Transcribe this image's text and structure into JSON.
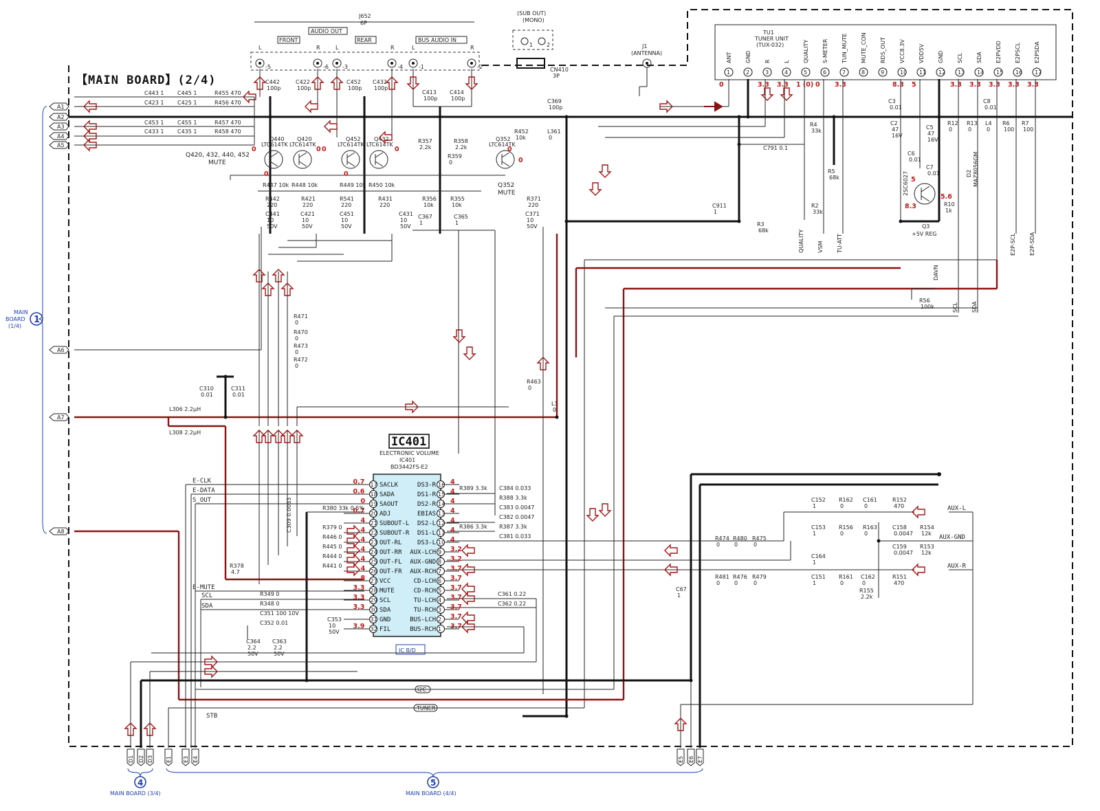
{
  "board_title": "【MAIN BOARD】(2/4)",
  "connector_j652": {
    "ref": "J652",
    "pins": "6P",
    "audio_out": "AUDIO OUT",
    "front": "FRONT",
    "rear": "REAR",
    "bus_audio_in": "BUS AUDIO IN",
    "jacks": [
      "-5",
      "-6",
      "-3",
      "-4",
      "-1",
      "-2"
    ],
    "lr": [
      "L",
      "R",
      "L",
      "R",
      "L",
      "R"
    ]
  },
  "sub_out": {
    "label": "(SUB OUT)",
    "sub": "(MONO)",
    "pins": [
      "1",
      "2"
    ],
    "cn": "CN410",
    "cn_pins": "3P"
  },
  "antenna": {
    "ref": "J1",
    "label": "(ANTENNA)"
  },
  "tuner": {
    "ref": "TU1",
    "name": "TUNER UNIT",
    "model": "(TUX-032)",
    "pins": [
      "ANT",
      "GND",
      "R",
      "L",
      "QUALITY",
      "S-METER",
      "TUN_MUTE",
      "MUTE_CON",
      "RDS_OUT",
      "VCC8.3V",
      "VDD5V",
      "GND",
      "SCL",
      "SDA",
      "E2PVDD",
      "E2PSCL",
      "E2PSDA"
    ],
    "voltages": [
      "0",
      "",
      "3.3",
      "3.3",
      "1 (0)",
      "0",
      "3.3",
      "",
      "",
      "8.3",
      "5",
      "",
      "3.3",
      "3.3",
      "3.3",
      "3.3",
      "3.3"
    ]
  },
  "left_connectors": [
    "A1",
    "A2",
    "A3",
    "A4",
    "A5",
    "A6",
    "A7",
    "A8"
  ],
  "left_board_ref": {
    "num": "1",
    "text1": "MAIN",
    "text2": "BOARD",
    "text3": "(1/4)"
  },
  "bottom_refs": [
    {
      "num": "4",
      "text": "MAIN BOARD (3/4)",
      "pins": [
        "D1",
        "D2",
        "D3"
      ]
    },
    {
      "num": "5",
      "text": "MAIN BOARD (4/4)",
      "pins": [
        "E1",
        "E3",
        "E4",
        "E5",
        "E6",
        "E7"
      ]
    }
  ],
  "ic401": {
    "ref": "IC401",
    "desc": "ELECTRONIC VOLUME",
    "ref2": "IC401",
    "part": "BD3442FS-E2",
    "block_label": "IC B/D",
    "left_pins": [
      {
        "n": "17",
        "name": "SACLK",
        "v": "0.7"
      },
      {
        "n": "18",
        "name": "SADA",
        "v": "0.6"
      },
      {
        "n": "19",
        "name": "SAOUT",
        "v": "0"
      },
      {
        "n": "20",
        "name": "ADJ",
        "v": "0.7"
      },
      {
        "n": "21",
        "name": "SUBOUT-L",
        "v": "4"
      },
      {
        "n": "22",
        "name": "SUBOUT-R",
        "v": "4"
      },
      {
        "n": "23",
        "name": "OUT-RL",
        "v": "4"
      },
      {
        "n": "24",
        "name": "OUT-RR",
        "v": "4"
      },
      {
        "n": "25",
        "name": "OUT-FL",
        "v": "4"
      },
      {
        "n": "26",
        "name": "OUT-FR",
        "v": "4"
      },
      {
        "n": "27",
        "name": "VCC",
        "v": "8"
      },
      {
        "n": "28",
        "name": "MUTE",
        "v": "3.3"
      },
      {
        "n": "29",
        "name": "SCL",
        "v": "3.3"
      },
      {
        "n": "30",
        "name": "SDA",
        "v": "3.3"
      },
      {
        "n": "31",
        "name": "GND",
        "v": ""
      },
      {
        "n": "32",
        "name": "FIL",
        "v": "3.9"
      }
    ],
    "right_pins": [
      {
        "n": "16",
        "name": "DS3-R",
        "v": "4"
      },
      {
        "n": "15",
        "name": "DS1-R",
        "v": "4"
      },
      {
        "n": "14",
        "name": "DS2-R",
        "v": "4"
      },
      {
        "n": "13",
        "name": "EBIAS",
        "v": "4"
      },
      {
        "n": "12",
        "name": "DS2-L",
        "v": "4"
      },
      {
        "n": "11",
        "name": "DS1-L",
        "v": "4"
      },
      {
        "n": "10",
        "name": "DS3-L",
        "v": "4"
      },
      {
        "n": "9",
        "name": "AUX-LCH",
        "v": "3.2"
      },
      {
        "n": "8",
        "name": "AUX-GND",
        "v": "3.2"
      },
      {
        "n": "7",
        "name": "AUX-RCH",
        "v": "3.7"
      },
      {
        "n": "6",
        "name": "CD-LCH",
        "v": "3.7"
      },
      {
        "n": "5",
        "name": "CD-RCH",
        "v": "3.7"
      },
      {
        "n": "4",
        "name": "TU-LCH",
        "v": "3.7"
      },
      {
        "n": "3",
        "name": "TU-RCH",
        "v": "3.7"
      },
      {
        "n": "2",
        "name": "BUS-LCH",
        "v": "3.7"
      },
      {
        "n": "1",
        "name": "BUS-RCH",
        "v": "3.7"
      }
    ]
  },
  "signals": {
    "e_clk": "E-CLK",
    "e_data": "E-DATA",
    "s_out": "S_OUT",
    "e_mute": "E-MUTE",
    "scl": "SCL",
    "sda": "SDA",
    "stb": "STB",
    "aux_l": "AUX-L",
    "aux_gnd": "AUX-GND",
    "aux_r": "AUX-R",
    "i2c": "I2C",
    "tuner": "TUNER",
    "quality": "QUALITY",
    "vsm": "VSM",
    "tu_att": "TU-ATT",
    "davn": "DAVN",
    "scl2": "SCL",
    "sda2": "SDA",
    "e2p_scl": "E2P-SCL",
    "e2p_sda": "E2P-SDA"
  },
  "transistors": {
    "mute_group": "Q420, 432, 440, 452",
    "mute_group2": "MUTE",
    "q440": "Q440",
    "q420": "Q420",
    "q452": "Q452",
    "q432": "Q432",
    "type": "LTC614TK",
    "q352": "Q352",
    "q352_type": "LTC614TK",
    "q352_label": "Q352",
    "q352_desc": "MUTE",
    "q3": "Q3",
    "q3_type": "2SC6027",
    "q3_desc": "+5V REG",
    "d2": "D2",
    "d2_type": "MAZ8056GM"
  },
  "components": [
    [
      "C443",
      "1"
    ],
    [
      "C423",
      "1"
    ],
    [
      "C445",
      "1"
    ],
    [
      "C425",
      "1"
    ],
    [
      "R455",
      "470"
    ],
    [
      "R456",
      "470"
    ],
    [
      "C453",
      "1"
    ],
    [
      "C433",
      "1"
    ],
    [
      "C455",
      "1"
    ],
    [
      "C435",
      "1"
    ],
    [
      "R457",
      "470"
    ],
    [
      "R458",
      "470"
    ],
    [
      "C442",
      "100p"
    ],
    [
      "C422",
      "100p"
    ],
    [
      "C452",
      "100p"
    ],
    [
      "C432",
      "100p"
    ],
    [
      "C413",
      "100p"
    ],
    [
      "C414",
      "100p"
    ],
    [
      "R357",
      "2.2k"
    ],
    [
      "R358",
      "2.2k"
    ],
    [
      "R359",
      "0"
    ],
    [
      "C369",
      "100p"
    ],
    [
      "R452",
      "10k"
    ],
    [
      "L361",
      "0"
    ],
    [
      "R447",
      "10k"
    ],
    [
      "R448",
      "10k"
    ],
    [
      "R449",
      "10k"
    ],
    [
      "R450",
      "10k"
    ],
    [
      "R442",
      "220"
    ],
    [
      "R421",
      "220"
    ],
    [
      "R541",
      "220"
    ],
    [
      "R431",
      "220"
    ],
    [
      "R356",
      "10k"
    ],
    [
      "R355",
      "10k"
    ],
    [
      "R371",
      "220"
    ],
    [
      "C441",
      "10 50V"
    ],
    [
      "C421",
      "10 50V"
    ],
    [
      "C451",
      "10 50V"
    ],
    [
      "C431",
      "10 50V"
    ],
    [
      "C367",
      "1"
    ],
    [
      "C365",
      "1"
    ],
    [
      "C371",
      "10 50V"
    ],
    [
      "R471",
      "0"
    ],
    [
      "R470",
      "0"
    ],
    [
      "R473",
      "0"
    ],
    [
      "R472",
      "0"
    ],
    [
      "R463",
      "0"
    ],
    [
      "L1",
      "0"
    ],
    [
      "C310",
      "0.01"
    ],
    [
      "C311",
      "0.01"
    ],
    [
      "L306",
      "2.2µH"
    ],
    [
      "L308",
      "2.2µH"
    ],
    [
      "C3",
      "0.01"
    ],
    [
      "C2",
      "47 16V"
    ],
    [
      "C5",
      "47 16V"
    ],
    [
      "C6",
      "0.01"
    ],
    [
      "C7",
      "0.01"
    ],
    [
      "C8",
      "0.01"
    ],
    [
      "R4",
      "33k"
    ],
    [
      "R5",
      "68k"
    ],
    [
      "R2",
      "33k"
    ],
    [
      "R3",
      "68k"
    ],
    [
      "C911",
      "1"
    ],
    [
      "C791",
      "0.1"
    ],
    [
      "R12",
      "0"
    ],
    [
      "R13",
      "0"
    ],
    [
      "L4",
      "0"
    ],
    [
      "R6",
      "100"
    ],
    [
      "R7",
      "100"
    ],
    [
      "R10",
      "1k"
    ],
    [
      "R56",
      "100k"
    ],
    [
      "R389",
      "3.3k"
    ],
    [
      "R388",
      "3.3k"
    ],
    [
      "R386",
      "3.3k"
    ],
    [
      "R387",
      "3.3k"
    ],
    [
      "C384",
      "0.033"
    ],
    [
      "C383",
      "0.0047"
    ],
    [
      "C382",
      "0.0047"
    ],
    [
      "C381",
      "0.033"
    ],
    [
      "R380",
      "33k 0.5%"
    ],
    [
      "R379",
      "0"
    ],
    [
      "R446",
      "0"
    ],
    [
      "R445",
      "0"
    ],
    [
      "R444",
      "0"
    ],
    [
      "R441",
      "0"
    ],
    [
      "C309",
      "0.0033"
    ],
    [
      "R378",
      "4.7"
    ],
    [
      "R349",
      "0"
    ],
    [
      "R348",
      "0"
    ],
    [
      "C351",
      "100 10V"
    ],
    [
      "C352",
      "0.01"
    ],
    [
      "C353",
      "10 50V"
    ],
    [
      "C364",
      "2.2 50V"
    ],
    [
      "C363",
      "2.2 50V"
    ],
    [
      "C361",
      "0.22"
    ],
    [
      "C362",
      "0.22"
    ],
    [
      "C152",
      "1"
    ],
    [
      "R162",
      "0"
    ],
    [
      "C161",
      "0"
    ],
    [
      "R152",
      "470"
    ],
    [
      "C153",
      "1"
    ],
    [
      "R156",
      "0"
    ],
    [
      "R163",
      "0"
    ],
    [
      "C158",
      "0.0047"
    ],
    [
      "R154",
      "12k"
    ],
    [
      "C159",
      "0.0047"
    ],
    [
      "R153",
      "12k"
    ],
    [
      "C164",
      "1"
    ],
    [
      "C151",
      "1"
    ],
    [
      "R161",
      "0"
    ],
    [
      "C162",
      "0"
    ],
    [
      "R151",
      "470"
    ],
    [
      "R155",
      "2.2k"
    ],
    [
      "R474",
      "0"
    ],
    [
      "R480",
      "0"
    ],
    [
      "R475",
      "0"
    ],
    [
      "R481",
      "0"
    ],
    [
      "R476",
      "0"
    ],
    [
      "R479",
      "0"
    ],
    [
      "C67",
      "1"
    ]
  ]
}
